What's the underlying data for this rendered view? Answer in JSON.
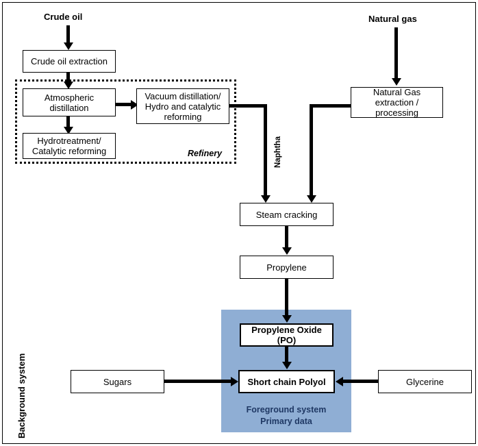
{
  "diagram": {
    "title": "Polyol production system flow diagram",
    "colors": {
      "foreground_zone_fill": "#8FAED4",
      "foreground_zone_text": "#1F3864",
      "box_border": "#000000",
      "box_fill": "#FFFFFF",
      "connector": "#000000"
    },
    "side_labels": [
      {
        "id": "background-system",
        "text": "Background system"
      }
    ],
    "inputs": [
      {
        "id": "crude-oil",
        "label": "Crude oil"
      },
      {
        "id": "natural-gas",
        "label": "Natural gas"
      }
    ],
    "groups": [
      {
        "id": "refinery",
        "label": "Refinery",
        "style": "dotted"
      },
      {
        "id": "foreground-system",
        "label_line1": "Foreground system",
        "label_line2": "Primary data",
        "style": "filled"
      }
    ],
    "nodes": [
      {
        "id": "crude-oil-extraction",
        "label": "Crude oil extraction",
        "emphasis": "normal"
      },
      {
        "id": "atmospheric-distillation",
        "label": "Atmospheric\ndistillation",
        "emphasis": "normal"
      },
      {
        "id": "hydrotreatment-catalytic-reforming",
        "label": "Hydrotreatment/\nCatalytic  reforming",
        "emphasis": "normal"
      },
      {
        "id": "vacuum-distillation",
        "label": "Vacuum distillation/\nHydro and catalytic\nreforming",
        "emphasis": "normal"
      },
      {
        "id": "natural-gas-extraction",
        "label": "Natural Gas\nextraction /\nprocessing",
        "emphasis": "normal"
      },
      {
        "id": "steam-cracking",
        "label": "Steam cracking",
        "emphasis": "normal"
      },
      {
        "id": "propylene",
        "label": "Propylene",
        "emphasis": "normal"
      },
      {
        "id": "propylene-oxide",
        "label": "Propylene Oxide\n(PO)",
        "emphasis": "bold"
      },
      {
        "id": "short-chain-polyol",
        "label": "Short chain Polyol",
        "emphasis": "bold"
      },
      {
        "id": "sugars",
        "label": "Sugars",
        "emphasis": "normal"
      },
      {
        "id": "glycerine",
        "label": "Glycerine",
        "emphasis": "normal"
      }
    ],
    "flow_labels": [
      {
        "id": "naphtha",
        "text": "Naphtha"
      }
    ],
    "edges": [
      {
        "from": "crude-oil",
        "to": "crude-oil-extraction"
      },
      {
        "from": "crude-oil-extraction",
        "to": "atmospheric-distillation"
      },
      {
        "from": "atmospheric-distillation",
        "to": "hydrotreatment-catalytic-reforming"
      },
      {
        "from": "atmospheric-distillation",
        "to": "vacuum-distillation"
      },
      {
        "from": "vacuum-distillation",
        "to": "steam-cracking",
        "label": "Naphtha"
      },
      {
        "from": "natural-gas",
        "to": "natural-gas-extraction"
      },
      {
        "from": "natural-gas-extraction",
        "to": "steam-cracking"
      },
      {
        "from": "steam-cracking",
        "to": "propylene"
      },
      {
        "from": "propylene",
        "to": "propylene-oxide"
      },
      {
        "from": "propylene-oxide",
        "to": "short-chain-polyol"
      },
      {
        "from": "sugars",
        "to": "short-chain-polyol"
      },
      {
        "from": "glycerine",
        "to": "short-chain-polyol"
      }
    ]
  }
}
